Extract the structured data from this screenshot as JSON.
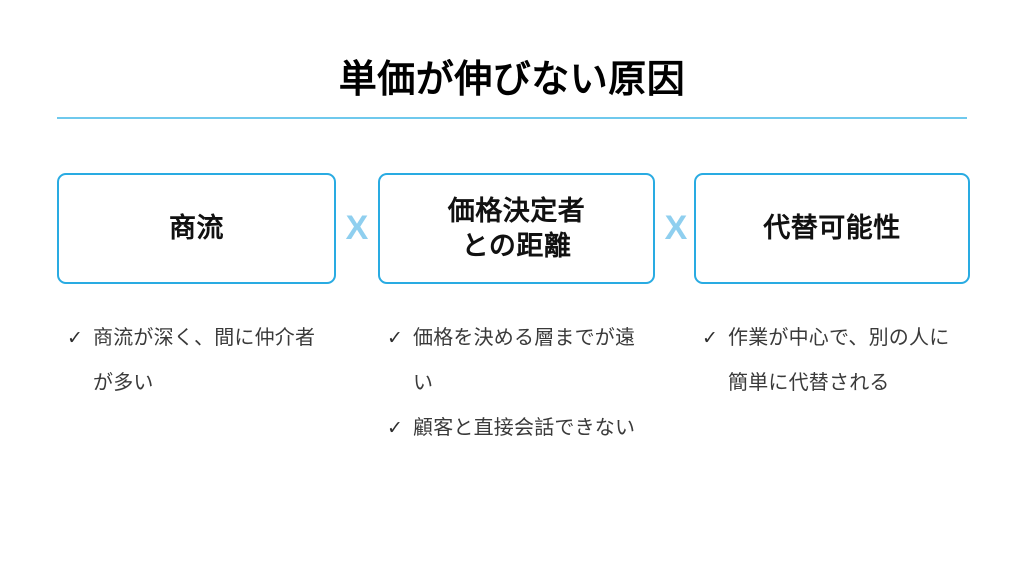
{
  "slide": {
    "title": "単価が伸びない原因",
    "divider_color": "#6FC9ED",
    "box_border_color": "#29ABE2",
    "multiply_color": "#8FCFEF",
    "text_color": "#3A3A3A",
    "background": "#ffffff"
  },
  "formula": {
    "boxes": [
      {
        "label": "商流"
      },
      {
        "label": "価格決定者\nとの距離"
      },
      {
        "label": "代替可能性"
      }
    ],
    "operators": [
      {
        "symbol": "X",
        "name": "multiply"
      },
      {
        "symbol": "X",
        "name": "multiply"
      }
    ]
  },
  "columns": [
    {
      "bullets": [
        {
          "check": "✓",
          "text": "商流が深く、間に仲介者が多い"
        }
      ]
    },
    {
      "bullets": [
        {
          "check": "✓",
          "text": "価格を決める層までが遠い"
        },
        {
          "check": "✓",
          "text": "顧客と直接会話できない"
        }
      ]
    },
    {
      "bullets": [
        {
          "check": "✓",
          "text": "作業が中心で、別の人に簡単に代替される"
        }
      ]
    }
  ]
}
